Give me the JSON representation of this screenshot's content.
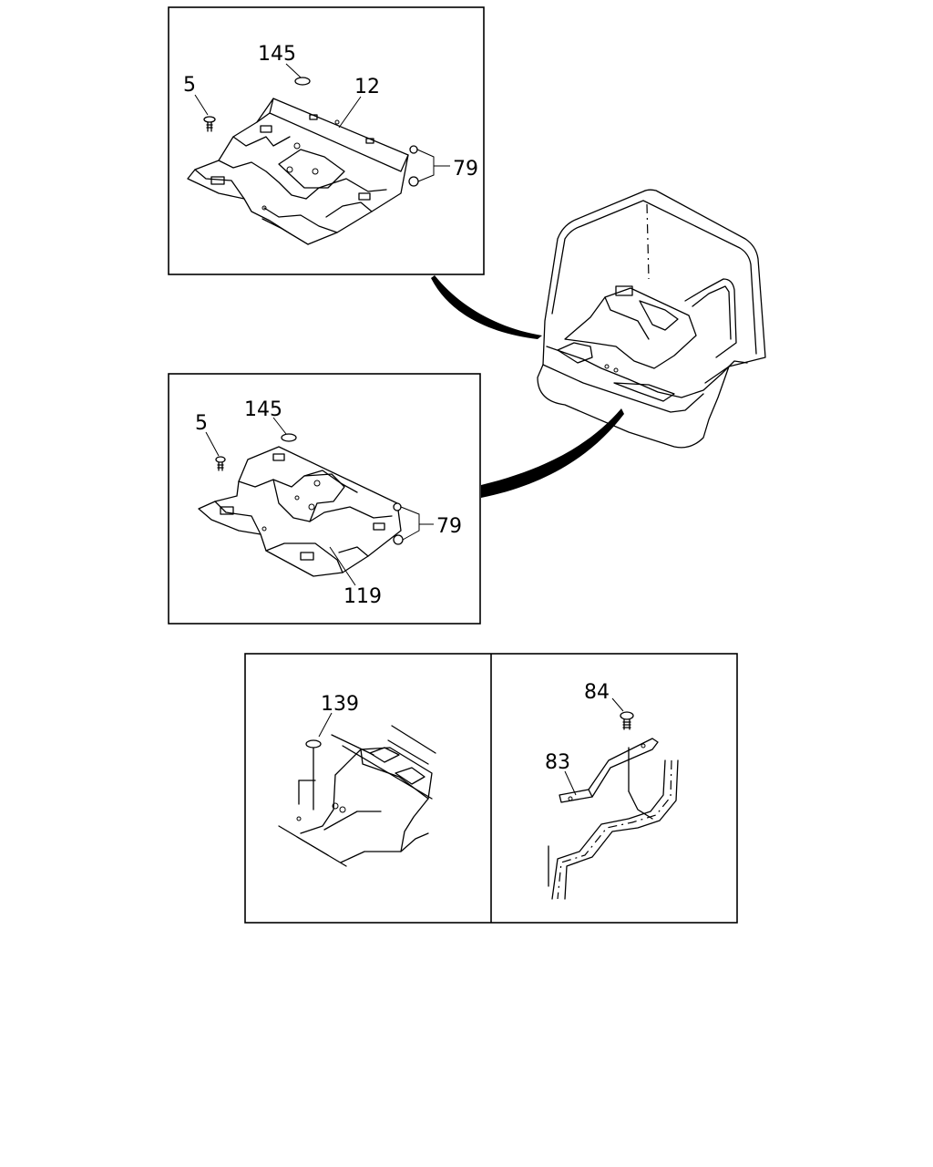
{
  "callouts": {
    "top_panel": {
      "bolt": "5",
      "plug": "145",
      "floor_panel": "12",
      "clip": "79"
    },
    "middle_panel": {
      "bolt": "5",
      "plug": "145",
      "clip": "79",
      "floor_panel": "119"
    },
    "lower_left_panel": {
      "plug": "139"
    },
    "lower_right_panel": {
      "bolt": "84",
      "bracket": "83"
    }
  }
}
